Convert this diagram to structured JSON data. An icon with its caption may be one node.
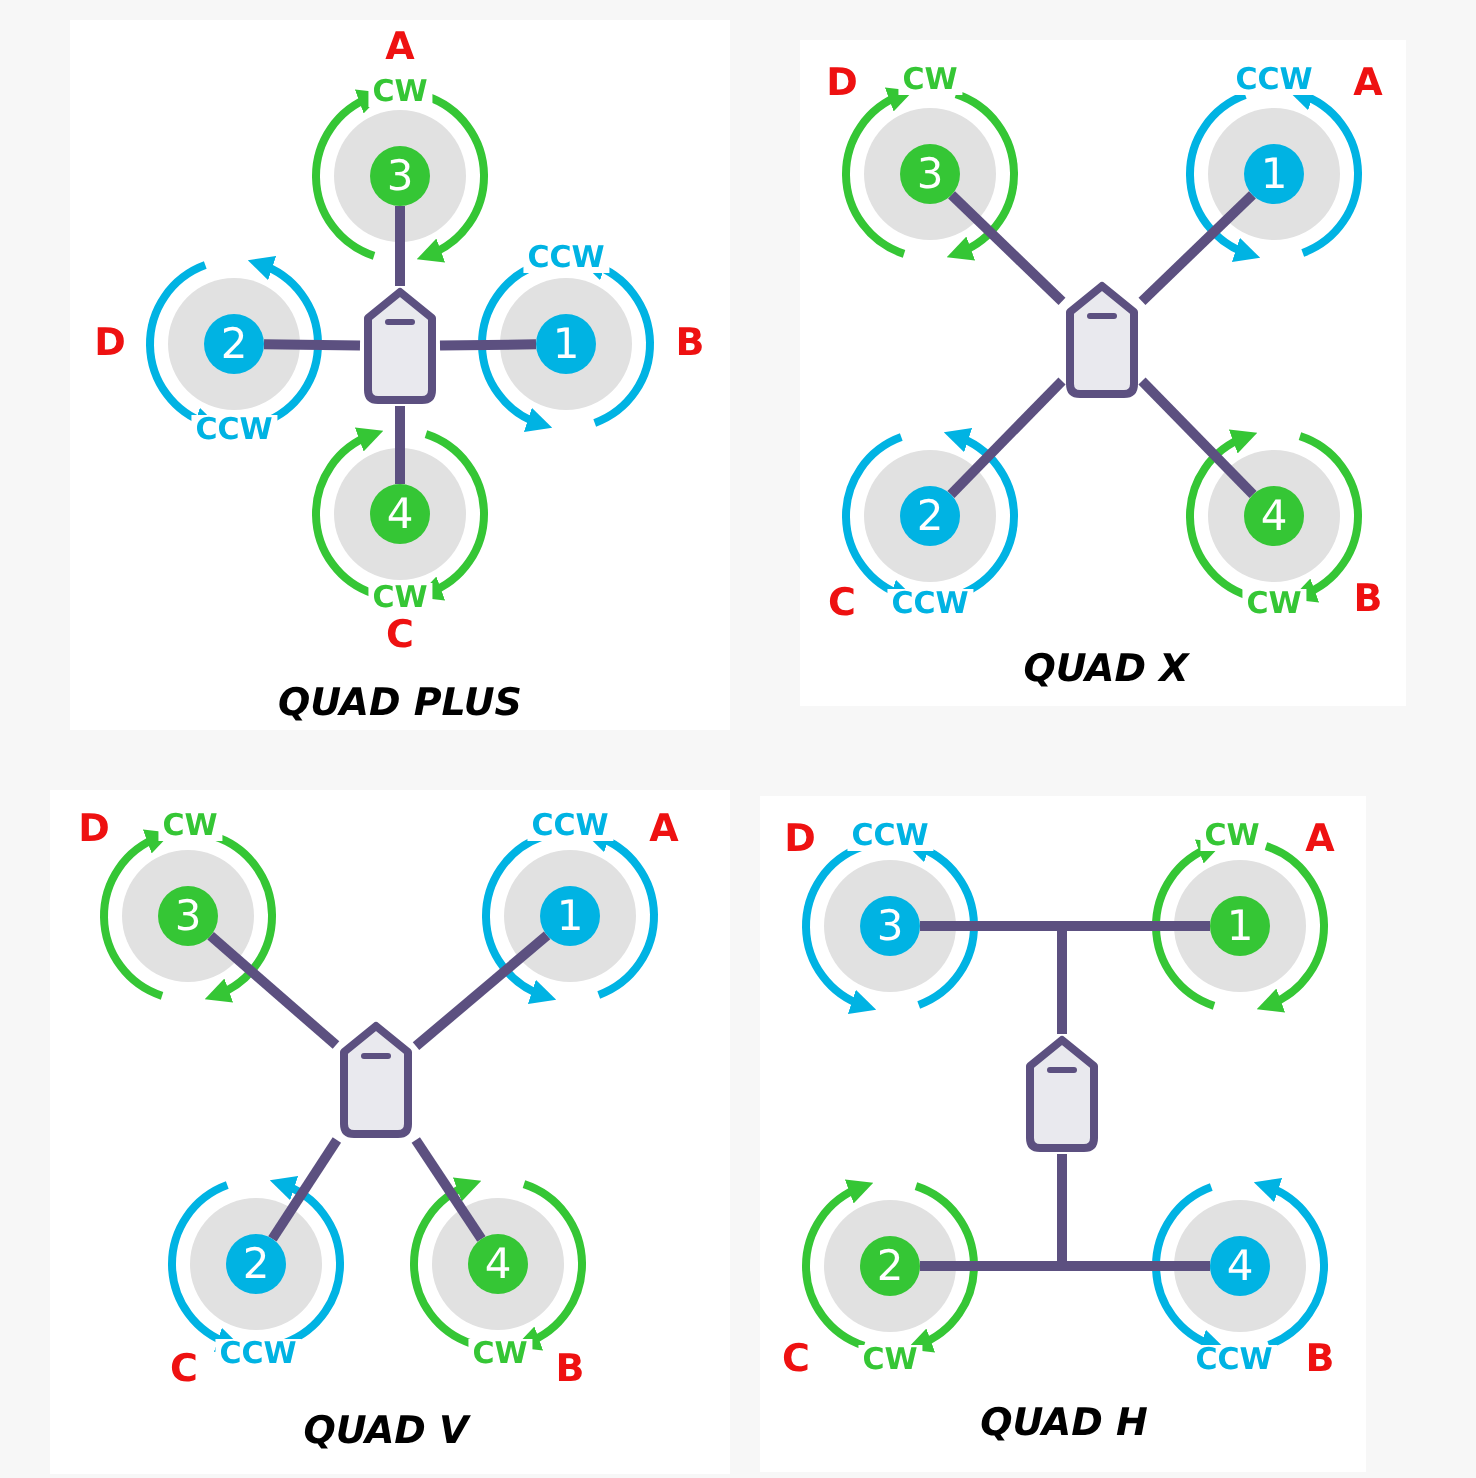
{
  "diagram": {
    "nodes": [
      {
        "text": [
          "QUAD PLUS"
        ]
      },
      {
        "text": [
          "3"
        ],
        "in": 0,
        "beside": [
          "A",
          "CW"
        ]
      },
      {
        "text": [
          "2"
        ],
        "in": 0,
        "beside": [
          "D",
          "CCW"
        ]
      },
      {
        "text": [],
        "shape": "box",
        "in": 0
      },
      {
        "text": [
          "1"
        ],
        "in": 0,
        "beside": [
          "CCW",
          "B"
        ]
      },
      {
        "text": [
          "4"
        ],
        "in": 0,
        "beside": [
          "CW",
          "C"
        ]
      },
      {
        "text": [
          "QUAD X"
        ]
      },
      {
        "text": [
          "3"
        ],
        "in": 6,
        "beside": [
          "D",
          "CW"
        ]
      },
      {
        "text": [
          "1"
        ],
        "in": 6,
        "beside": [
          "CCW",
          "A"
        ]
      },
      {
        "text": [],
        "shape": "box",
        "in": 6
      },
      {
        "text": [
          "2"
        ],
        "in": 6,
        "beside": [
          "C",
          "CCW"
        ]
      },
      {
        "text": [
          "4"
        ],
        "in": 6,
        "beside": [
          "CW",
          "B"
        ]
      },
      {
        "text": [
          "QUAD V"
        ]
      },
      {
        "text": [
          "3"
        ],
        "in": 12,
        "beside": [
          "D",
          "CW"
        ]
      },
      {
        "text": [
          "1"
        ],
        "in": 12,
        "beside": [
          "CCW",
          "A"
        ]
      },
      {
        "text": [],
        "shape": "box",
        "in": 12
      },
      {
        "text": [
          "2"
        ],
        "in": 12,
        "beside": [
          "C",
          "CCW"
        ]
      },
      {
        "text": [
          "4"
        ],
        "in": 12,
        "beside": [
          "CW",
          "B"
        ]
      },
      {
        "text": [
          "QUAD H"
        ]
      },
      {
        "text": [
          "3"
        ],
        "in": 18,
        "beside": [
          "D",
          "CCW"
        ]
      },
      {
        "text": [
          "1"
        ],
        "in": 18,
        "beside": [
          "CW",
          "A"
        ]
      },
      {
        "text": [],
        "shape": "box",
        "in": 18
      },
      {
        "text": [
          "2"
        ],
        "in": 18,
        "beside": [
          "C",
          "CW"
        ]
      },
      {
        "text": [
          "4"
        ],
        "in": 18,
        "beside": [
          "CCW",
          "B"
        ]
      }
    ],
    "edges": [
      {
        "from": 3,
        "to": 1,
        "arrow": "none"
      },
      {
        "from": 3,
        "to": 2,
        "arrow": "none"
      },
      {
        "from": 3,
        "to": 4,
        "arrow": "none"
      },
      {
        "from": 3,
        "to": 5,
        "arrow": "none"
      },
      {
        "from": 9,
        "to": 7,
        "arrow": "none"
      },
      {
        "from": 9,
        "to": 8,
        "arrow": "none"
      },
      {
        "from": 9,
        "to": 10,
        "arrow": "none"
      },
      {
        "from": 9,
        "to": 11,
        "arrow": "none"
      },
      {
        "from": 15,
        "to": 13,
        "arrow": "none"
      },
      {
        "from": 15,
        "to": 14,
        "arrow": "none"
      },
      {
        "from": 15,
        "to": 16,
        "arrow": "none"
      },
      {
        "from": 15,
        "to": 17,
        "arrow": "none"
      },
      {
        "from": 21,
        "to": 19,
        "arrow": "none"
      },
      {
        "from": 21,
        "to": 20,
        "arrow": "none"
      },
      {
        "from": 21,
        "to": 22,
        "arrow": "none"
      },
      {
        "from": 21,
        "to": 23,
        "arrow": "none"
      }
    ]
  }
}
